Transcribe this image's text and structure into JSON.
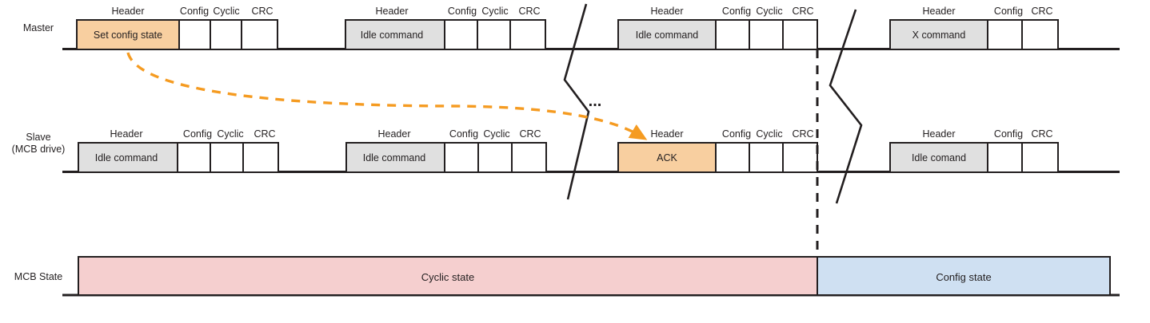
{
  "diagram": {
    "title": "MCB Master/Slave config state timing diagram",
    "colors": {
      "line": "#231f20",
      "highlight_fill": "#f8cfa0",
      "idle_fill": "#e0e0e0",
      "cyclic_state_fill": "#f5cfcf",
      "config_state_fill": "#cfe0f2",
      "arrow": "#f59b21",
      "frame_stroke": "#231f20"
    },
    "row_labels": {
      "master": "Master",
      "slave_line1": "Slave",
      "slave_line2": "(MCB drive)",
      "mcb_state": "MCB State"
    },
    "field_labels": {
      "header": "Header",
      "config": "Config",
      "cyclic": "Cyclic",
      "crc": "CRC"
    },
    "ellipsis": "...",
    "master_frames": [
      {
        "name": "master-frame-1",
        "header_text": "Set config state",
        "highlighted": true,
        "fields": [
          "Header",
          "Config",
          "Cyclic",
          "CRC"
        ]
      },
      {
        "name": "master-frame-2",
        "header_text": "Idle command",
        "highlighted": false,
        "fields": [
          "Header",
          "Config",
          "Cyclic",
          "CRC"
        ]
      },
      {
        "name": "master-frame-3",
        "header_text": "Idle command",
        "highlighted": false,
        "fields": [
          "Header",
          "Config",
          "Cyclic",
          "CRC"
        ]
      },
      {
        "name": "master-frame-4",
        "header_text": "X command",
        "highlighted": false,
        "fields": [
          "Header",
          "Config",
          "CRC"
        ]
      }
    ],
    "slave_frames": [
      {
        "name": "slave-frame-1",
        "header_text": "Idle command",
        "highlighted": false,
        "fields": [
          "Header",
          "Config",
          "Cyclic",
          "CRC"
        ]
      },
      {
        "name": "slave-frame-2",
        "header_text": "Idle command",
        "highlighted": false,
        "fields": [
          "Header",
          "Config",
          "Cyclic",
          "CRC"
        ]
      },
      {
        "name": "slave-frame-3",
        "header_text": "ACK",
        "highlighted": true,
        "fields": [
          "Header",
          "Config",
          "Cyclic",
          "CRC"
        ]
      },
      {
        "name": "slave-frame-4",
        "header_text": "Idle comand",
        "highlighted": false,
        "fields": [
          "Header",
          "Config",
          "CRC"
        ]
      }
    ],
    "state_bar": [
      {
        "name": "state-cyclic",
        "label": "Cyclic state",
        "fill": "#f5cfcf"
      },
      {
        "name": "state-config",
        "label": "Config state",
        "fill": "#cfe0f2"
      }
    ]
  }
}
